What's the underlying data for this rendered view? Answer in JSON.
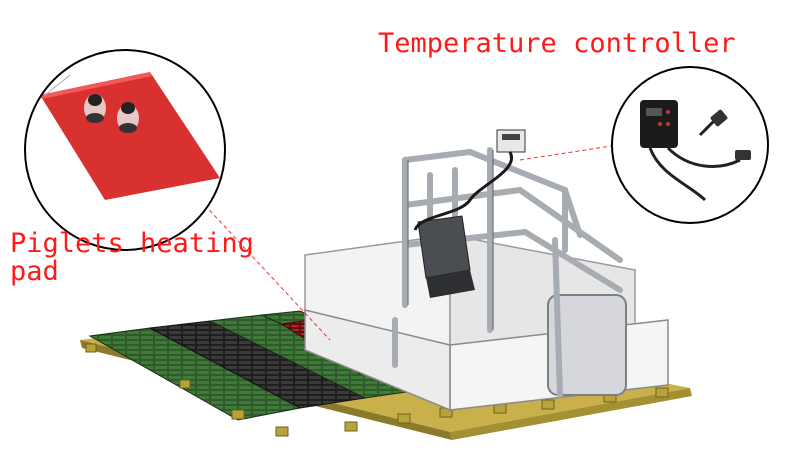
{
  "labels": {
    "controller": "Temperature controller",
    "pad_line1": "Piglets heating",
    "pad_line2": "pad"
  },
  "colors": {
    "label": "#ff1a1a",
    "grate_green": "#2f5a2c",
    "grate_black": "#2a2a2a",
    "heating_pad": "#d62a2a",
    "frame_steel": "#a9aeb3",
    "panel_white": "#f2f2f2",
    "feet_yellow": "#b8a23a"
  }
}
